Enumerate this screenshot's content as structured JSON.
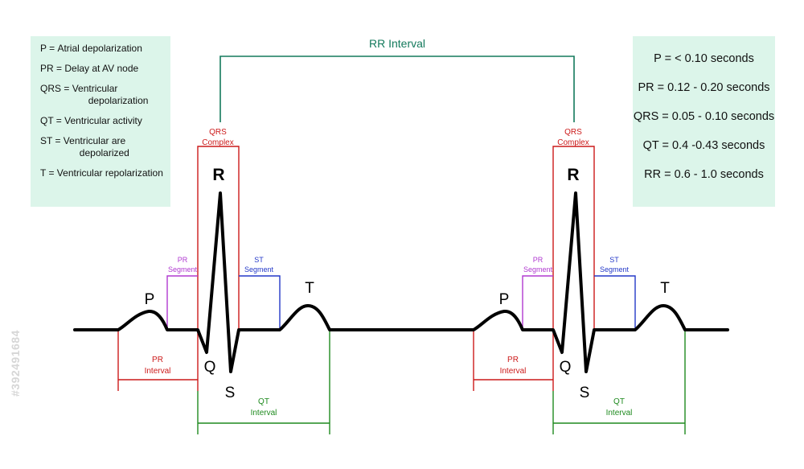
{
  "legend_left": [
    {
      "key": "P = ",
      "desc": "Atrial depolarization"
    },
    {
      "key": "PR = ",
      "desc": "Delay at AV node"
    },
    {
      "key": "QRS = ",
      "desc": "Ventricular\n      depolarization"
    },
    {
      "key": "QT = ",
      "desc": "Ventricular activity"
    },
    {
      "key": "ST = ",
      "desc": "Ventricular are\n      depolarized"
    },
    {
      "key": "T = ",
      "desc": "Ventricular repolarization"
    }
  ],
  "legend_right": [
    "P = < 0.10 seconds",
    "PR = 0.12 - 0.20 seconds",
    "QRS = 0.05 - 0.10 seconds",
    "QT = 0.4 -0.43 seconds",
    "RR = 0.6 - 1.0 seconds"
  ],
  "labels": {
    "rr_interval": "RR Interval",
    "qrs_line1": "QRS",
    "qrs_line2": "Complex",
    "pr_segment_line1": "PR",
    "pr_segment_line2": "Segment",
    "st_segment_line1": "ST",
    "st_segment_line2": "Segment",
    "pr_interval_line1": "PR",
    "pr_interval_line2": "Interval",
    "qt_interval_line1": "QT",
    "qt_interval_line2": "Interval",
    "wave_p": "P",
    "wave_q": "Q",
    "wave_r": "R",
    "wave_s": "S",
    "wave_t": "T"
  },
  "colors": {
    "qrs": "#cc1a1a",
    "pr_interval": "#cc1a1a",
    "pr_segment": "#b03ad0",
    "st_segment": "#2338c8",
    "qt_interval": "#1e8a1e",
    "rr_interval": "#137a5c",
    "legend_bg": "#dcf5ea"
  },
  "watermark": "#392491684"
}
